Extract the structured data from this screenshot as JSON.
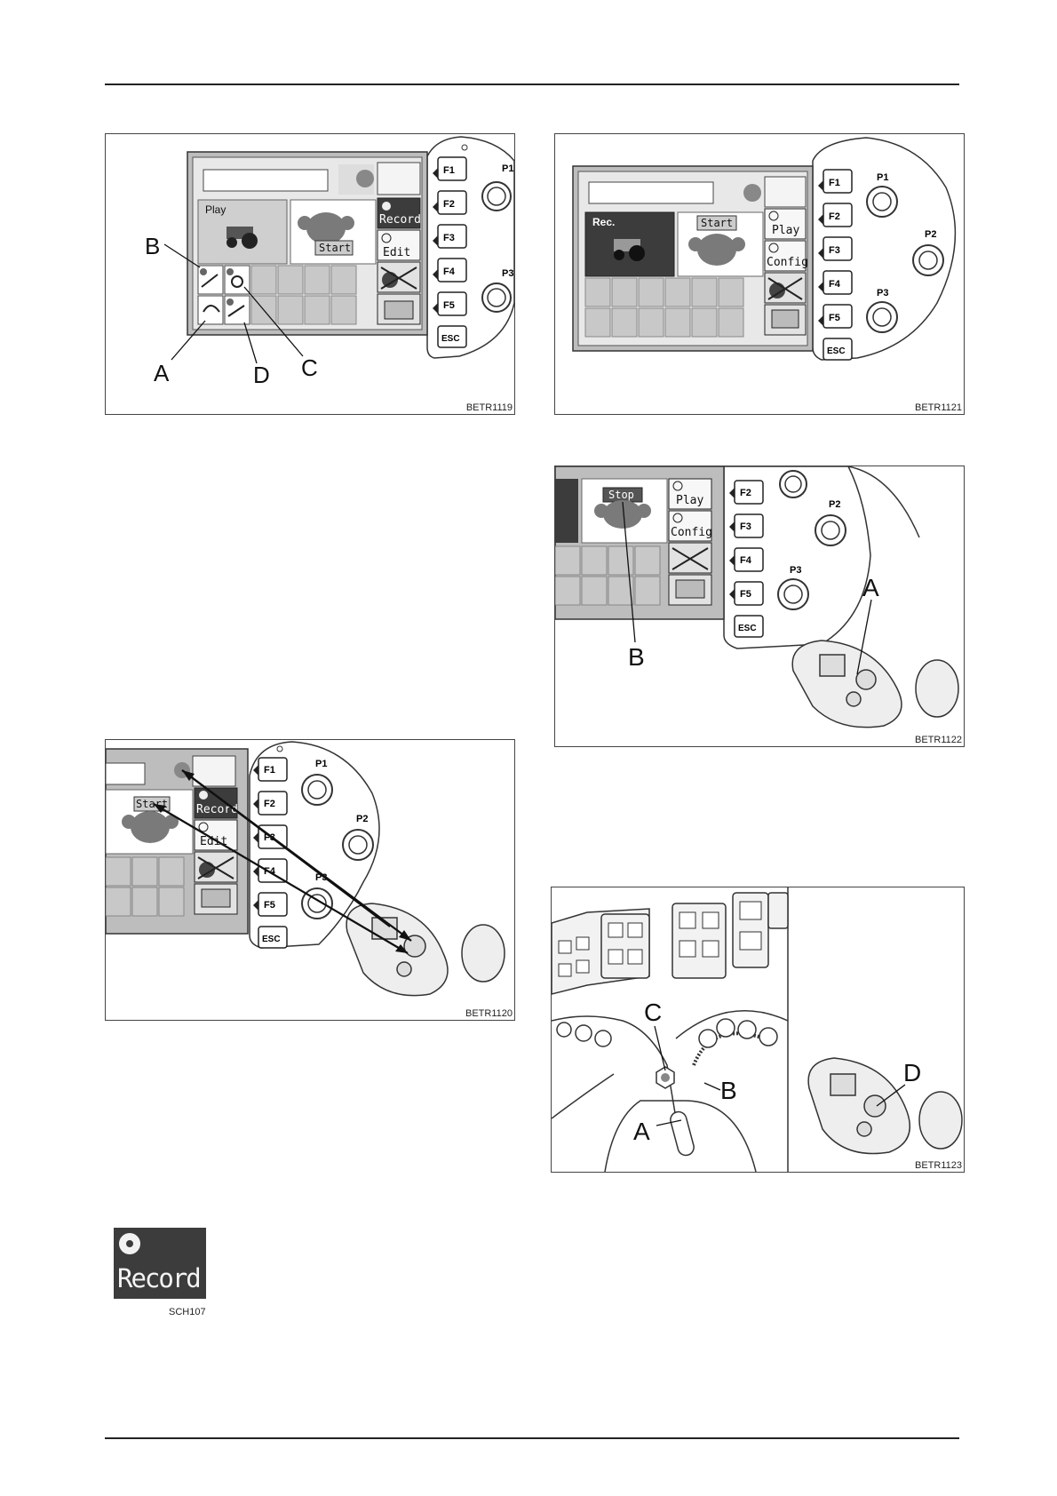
{
  "figures": {
    "fig1119": {
      "id": "BETR1119",
      "field_text": "",
      "mode_label": "Play",
      "start_label": "Start",
      "side_buttons": [
        "Record",
        "Edit"
      ],
      "fkeys": [
        "F1",
        "F2",
        "F3",
        "F4",
        "F5",
        "ESC"
      ],
      "pots": [
        "P1",
        "P3"
      ],
      "callouts": [
        "A",
        "B",
        "C",
        "D"
      ]
    },
    "fig1121": {
      "id": "BETR1121",
      "mode_label": "Rec.",
      "start_label": "Start",
      "side_buttons": [
        "Play",
        "Config"
      ],
      "fkeys": [
        "F1",
        "F2",
        "F3",
        "F4",
        "F5",
        "ESC"
      ],
      "pots": [
        "P1",
        "P2",
        "P3"
      ]
    },
    "fig1122": {
      "id": "BETR1122",
      "stop_label": "Stop",
      "side_buttons": [
        "Play",
        "Config"
      ],
      "fkeys": [
        "F2",
        "F3",
        "F4",
        "F5",
        "ESC"
      ],
      "pots": [
        "P2",
        "P3"
      ],
      "callouts": [
        "A",
        "B"
      ]
    },
    "fig1120": {
      "id": "BETR1120",
      "start_label": "Start",
      "side_buttons": [
        "Record",
        "Edit"
      ],
      "fkeys": [
        "F1",
        "F2",
        "F3",
        "F4",
        "F5",
        "ESC"
      ],
      "pots": [
        "P1",
        "P2",
        "P3"
      ]
    },
    "fig1123": {
      "id": "BETR1123",
      "callouts": [
        "C",
        "B",
        "A",
        "D"
      ]
    }
  },
  "record_icon": {
    "label": "Record",
    "id": "SCH107",
    "bg_color": "#3c3c3c"
  }
}
